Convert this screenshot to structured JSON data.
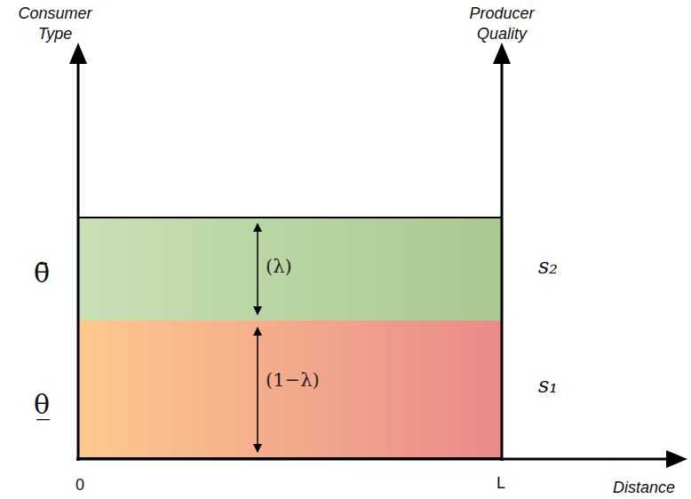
{
  "diagram": {
    "nodes": [
      {
        "text": [
          "(λ)"
        ]
      },
      {
        "text": [
          "(1−λ)"
        ]
      }
    ],
    "labels": [
      "Consumer Type",
      "Producer Quality",
      "θ̄",
      "θ̲",
      "s₂",
      "s₁",
      "0",
      "L",
      "Distance"
    ]
  }
}
